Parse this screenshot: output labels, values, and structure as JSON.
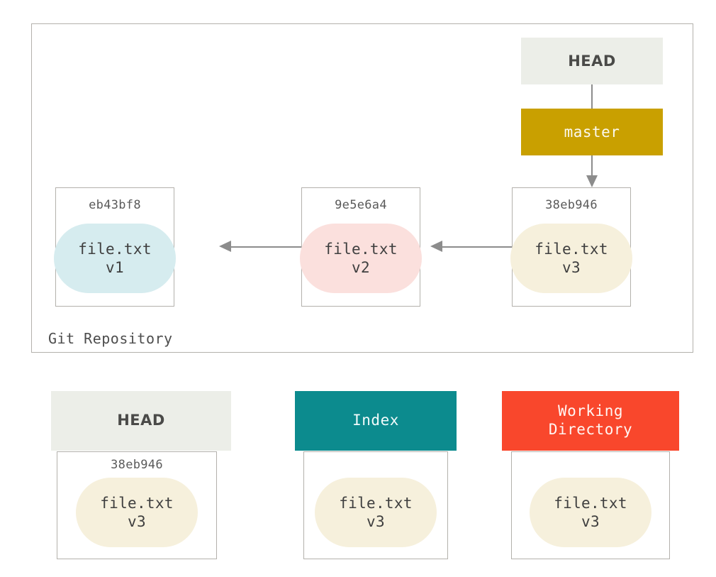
{
  "diagram": {
    "repository": {
      "label": "Git Repository",
      "refs": {
        "head": {
          "label": "HEAD",
          "bg": "#eceee8",
          "fg": "#4a4a48"
        },
        "branch": {
          "label": "master",
          "bg": "#c9a000",
          "fg": "#fbf9ef"
        }
      },
      "commits": [
        {
          "hash": "eb43bf8",
          "file_name": "file.txt",
          "file_version": "v1",
          "blob_color": "#d6ecef"
        },
        {
          "hash": "9e5e6a4",
          "file_name": "file.txt",
          "file_version": "v2",
          "blob_color": "#fbe0dd"
        },
        {
          "hash": "38eb946",
          "file_name": "file.txt",
          "file_version": "v3",
          "blob_color": "#f6f0dc"
        }
      ]
    },
    "areas": [
      {
        "title": "HEAD",
        "hash": "38eb946",
        "file_name": "file.txt",
        "file_version": "v3",
        "header_bg": "#eceee8",
        "header_fg": "#4a4a48",
        "blob_color": "#f6f0dc"
      },
      {
        "title": "Index",
        "hash": "",
        "file_name": "file.txt",
        "file_version": "v3",
        "header_bg": "#0c8b8e",
        "header_fg": "#f2fbfb",
        "blob_color": "#f6f0dc"
      },
      {
        "title_line1": "Working",
        "title_line2": "Directory",
        "hash": "",
        "file_name": "file.txt",
        "file_version": "v3",
        "header_bg": "#f9472c",
        "header_fg": "#fff6f3",
        "blob_color": "#f6f0dc"
      }
    ],
    "connector_color": "#8c8c8c",
    "border_color": "#b3b1ac"
  }
}
